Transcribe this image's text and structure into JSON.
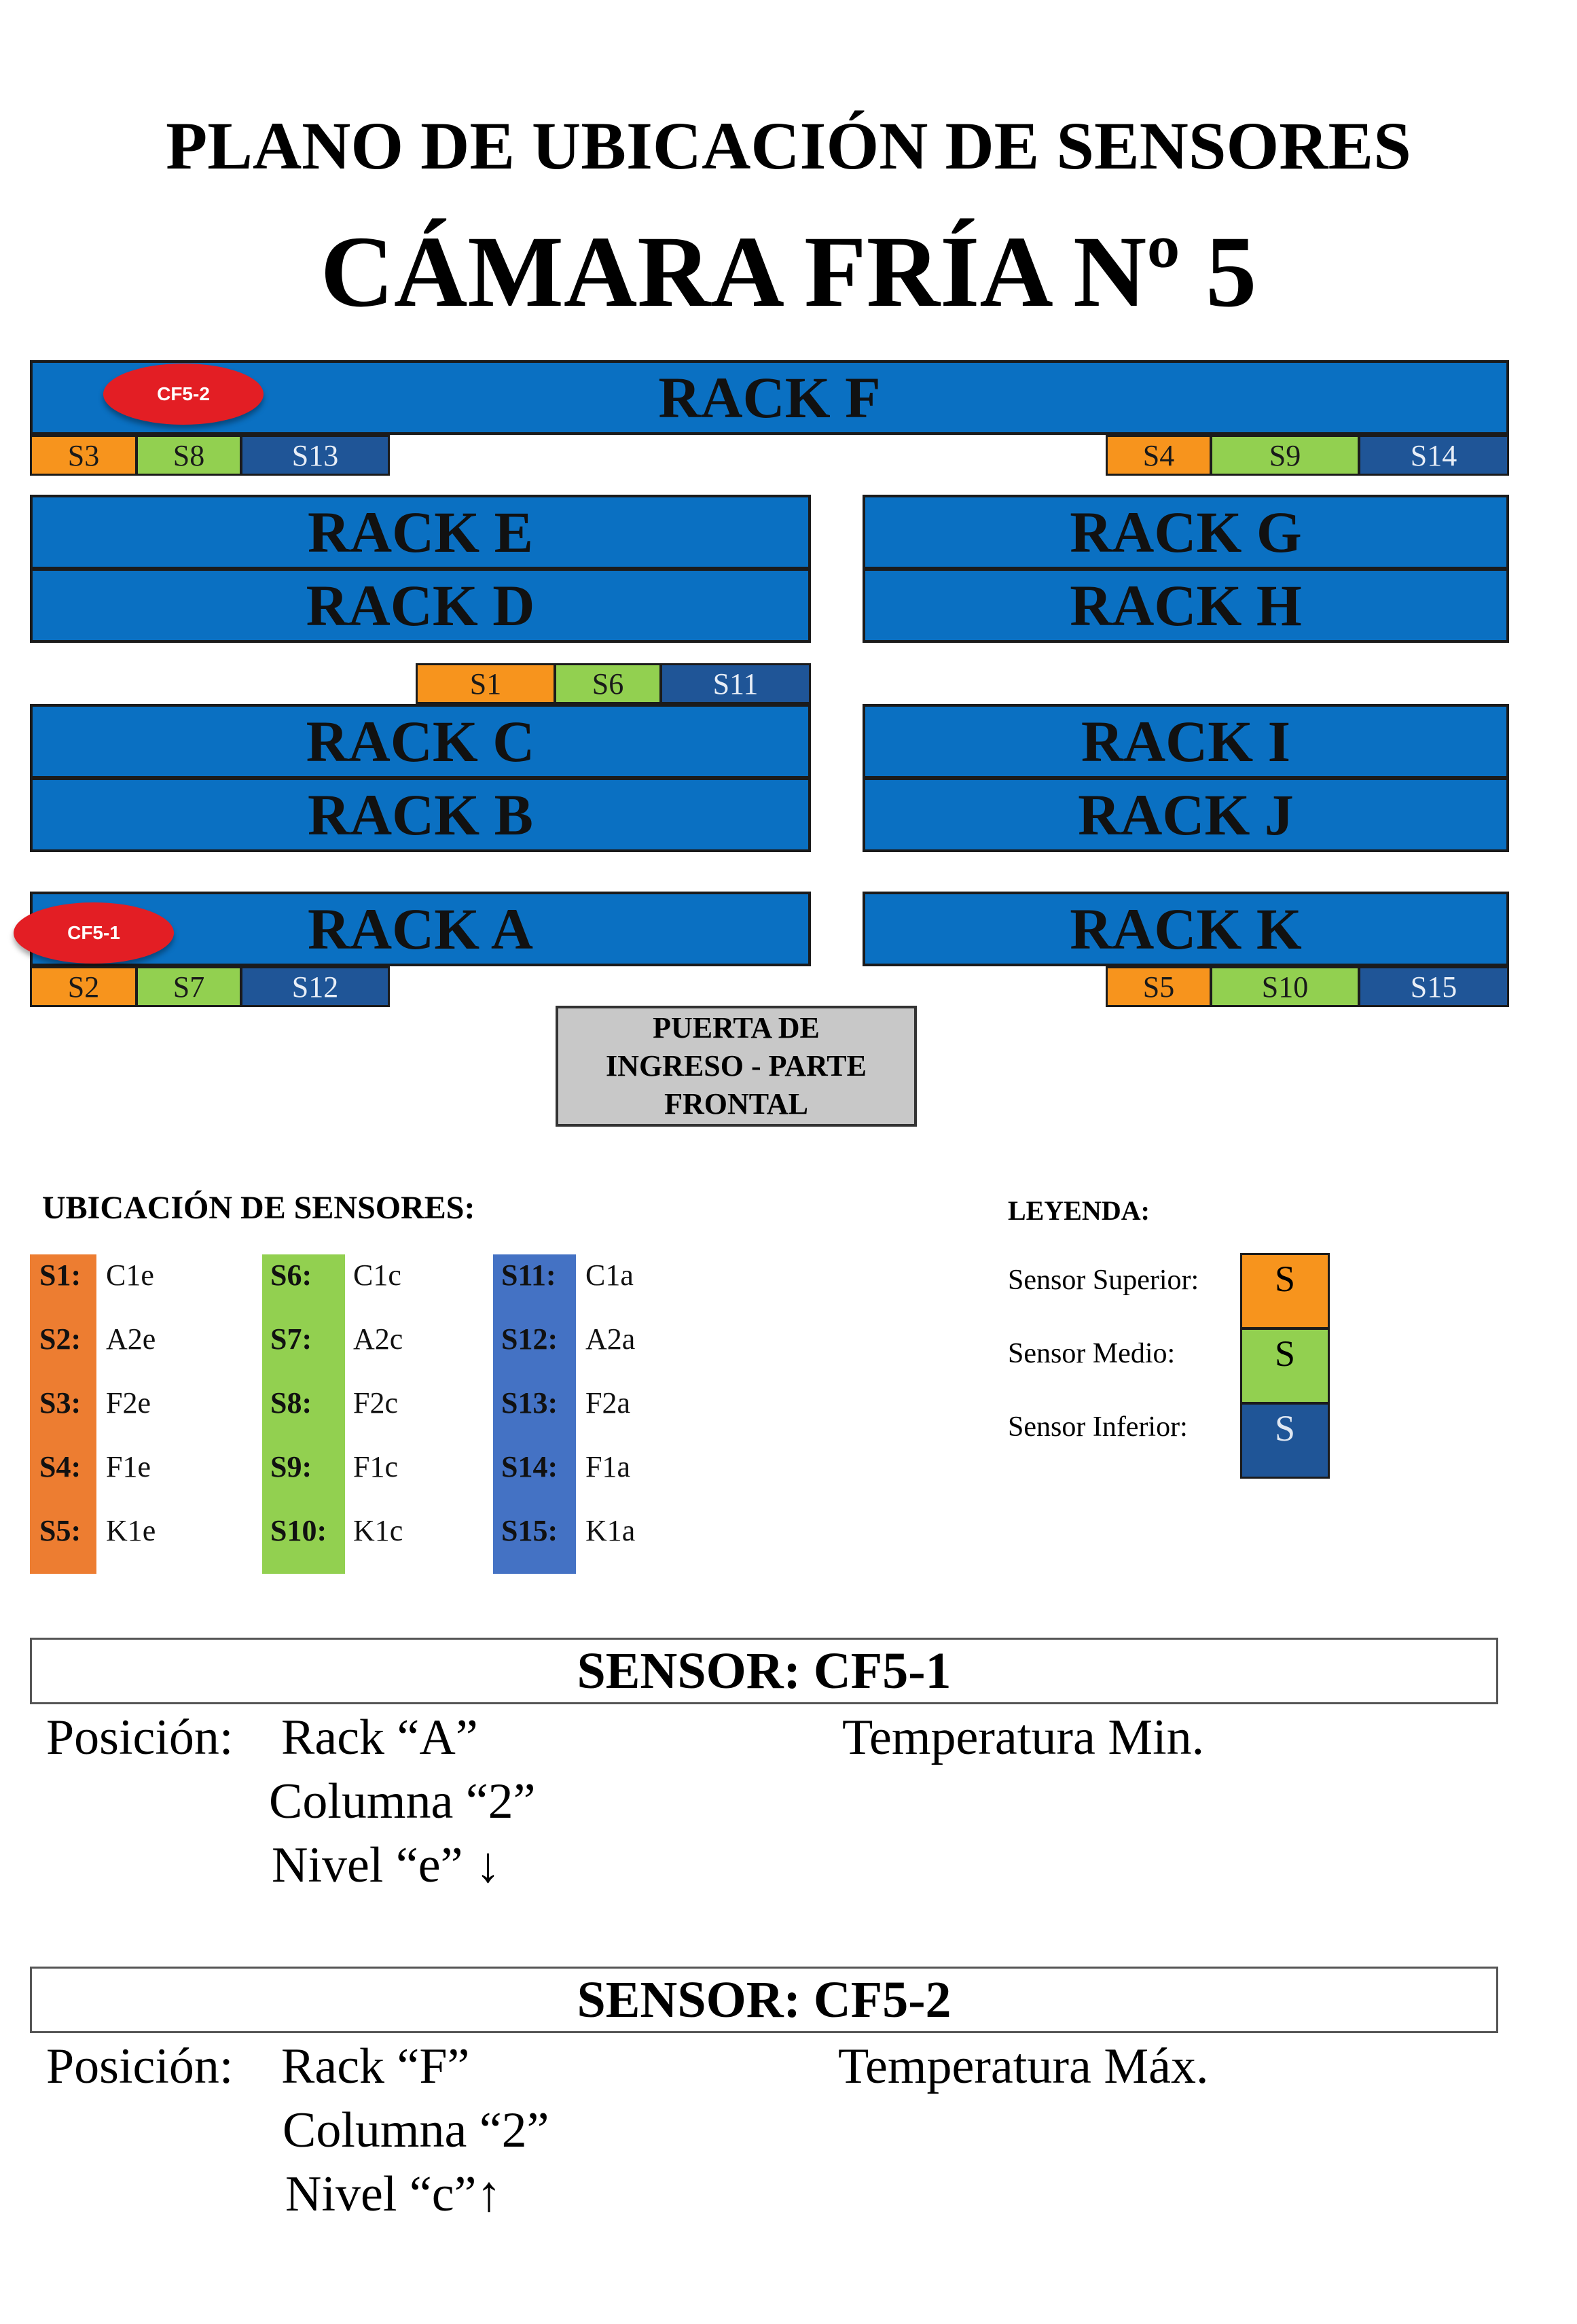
{
  "title": "PLANO DE UBICACIÓN DE SENSORES",
  "subtitle": "CÁMARA FRÍA Nº 5",
  "racks": {
    "F": "RACK F",
    "E": "RACK E",
    "D": "RACK D",
    "G": "RACK G",
    "H": "RACK H",
    "C": "RACK C",
    "B": "RACK B",
    "I": "RACK I",
    "J": "RACK J",
    "A": "RACK A",
    "K": "RACK K"
  },
  "markers": {
    "cf5_2": "CF5-2",
    "cf5_1": "CF5-1"
  },
  "sensor_tags": {
    "f_left": [
      "S3",
      "S8",
      "S13"
    ],
    "f_right": [
      "S4",
      "S9",
      "S14"
    ],
    "c_top": [
      "S1",
      "S6",
      "S11"
    ],
    "a_bottom": [
      "S2",
      "S7",
      "S12"
    ],
    "k_bottom": [
      "S5",
      "S10",
      "S15"
    ]
  },
  "door": "PUERTA DE\nINGRESO - PARTE\nFRONTAL",
  "locations": {
    "title": "UBICACIÓN DE SENSORES:",
    "columns": [
      {
        "color": "#ed7d31",
        "rows": [
          [
            "S1:",
            "C1e"
          ],
          [
            "S2:",
            "A2e"
          ],
          [
            "S3:",
            "F2e"
          ],
          [
            "S4:",
            "F1e"
          ],
          [
            "S5:",
            "K1e"
          ]
        ]
      },
      {
        "color": "#92d050",
        "rows": [
          [
            "S6:",
            "C1c"
          ],
          [
            "S7:",
            "A2c"
          ],
          [
            "S8:",
            "F2c"
          ],
          [
            "S9:",
            "F1c"
          ],
          [
            "S10:",
            "K1c"
          ]
        ]
      },
      {
        "color": "#4472c4",
        "rows": [
          [
            "S11:",
            "C1a"
          ],
          [
            "S12:",
            "A2a"
          ],
          [
            "S13:",
            "F2a"
          ],
          [
            "S14:",
            "F1a"
          ],
          [
            "S15:",
            "K1a"
          ]
        ]
      }
    ]
  },
  "legend": {
    "title": "LEYENDA:",
    "items": [
      {
        "label": "Sensor Superior:",
        "symbol": "S",
        "color": "#f7941d"
      },
      {
        "label": "Sensor Medio:",
        "symbol": "S",
        "color": "#92d050"
      },
      {
        "label": "Sensor Inferior:",
        "symbol": "S",
        "color": "#1f5597"
      }
    ]
  },
  "sensors": [
    {
      "title": "SENSOR: CF5-1",
      "pos_label": "Posición:",
      "rack": "Rack “A”",
      "column": "Columna “2”",
      "level": "Nivel “e” ↓",
      "temp": "Temperatura Min."
    },
    {
      "title": "SENSOR: CF5-2",
      "pos_label": "Posición:",
      "rack": "Rack “F”",
      "column": "Columna “2”",
      "level": "Nivel “c”↑",
      "temp": "Temperatura Máx."
    }
  ]
}
